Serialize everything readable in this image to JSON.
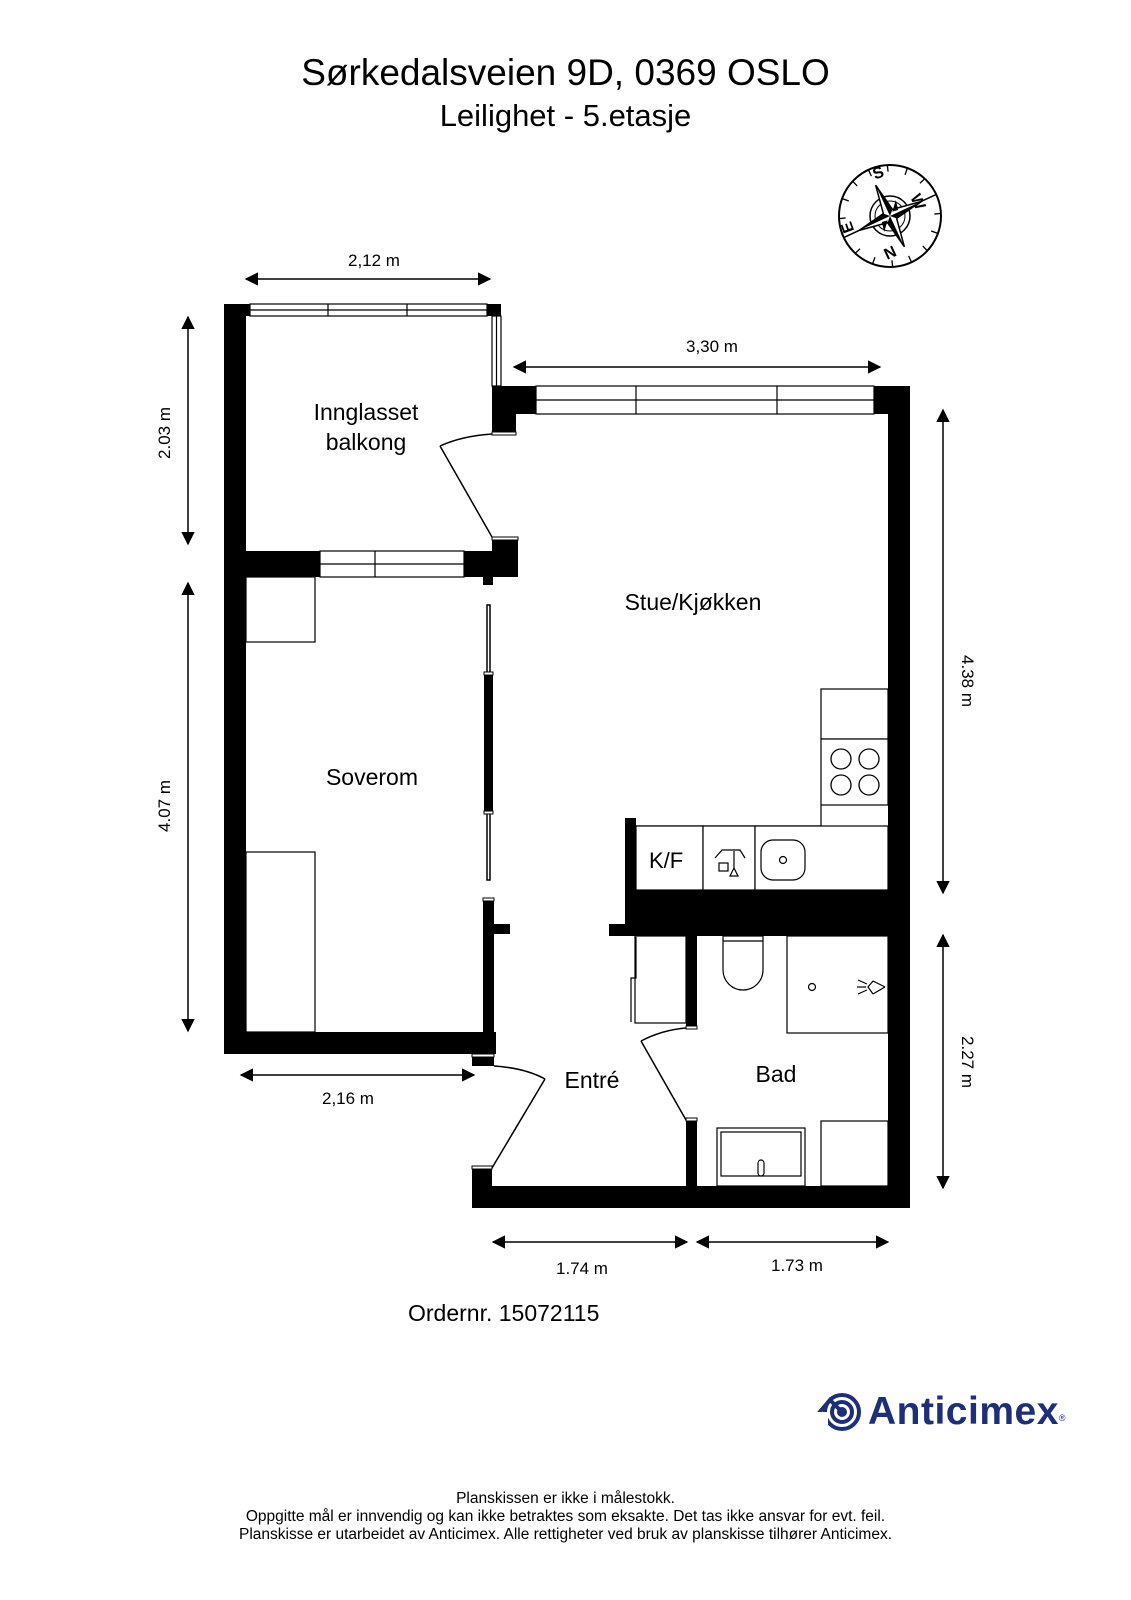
{
  "header": {
    "address": "Sørkedalsveien 9D, 0369 OSLO",
    "subtitle": "Leilighet  - 5.etasje"
  },
  "compass": {
    "icon": "compass-rose-icon",
    "letters": {
      "north": "N",
      "south": "S",
      "east": "E",
      "west": "W"
    }
  },
  "rooms": {
    "balcony": {
      "line1": "Innglasset",
      "line2": "balkong"
    },
    "living_kitchen": "Stue/Kjøkken",
    "bedroom": "Soverom",
    "entrance": "Entré",
    "bathroom": "Bad",
    "fridge_freezer": "K/F"
  },
  "dimensions": {
    "balcony_width": "2,12 m",
    "living_width": "3,30 m",
    "balcony_height": "2.03 m",
    "bedroom_height": "4.07 m",
    "living_height": "4.38 m",
    "bath_height": "2.27 m",
    "bedroom_width": "2,16 m",
    "entrance_width": "1.74 m",
    "bath_width": "1.73 m"
  },
  "order": {
    "label": "Ordernr. 15072115"
  },
  "brand": {
    "name": "Anticimex",
    "registered": "®",
    "color": "#1d2f78",
    "icon": "anticimex-logo-icon"
  },
  "footer": {
    "line1": "Planskissen er ikke i målestokk.",
    "line2": "Oppgitte mål er innvendig og kan ikke betraktes som eksakte. Det tas ikke ansvar for evt. feil.",
    "line3": "Planskisse er utarbeidet av Anticimex. Alle rettigheter ved bruk av planskisse tilhører Anticimex."
  }
}
